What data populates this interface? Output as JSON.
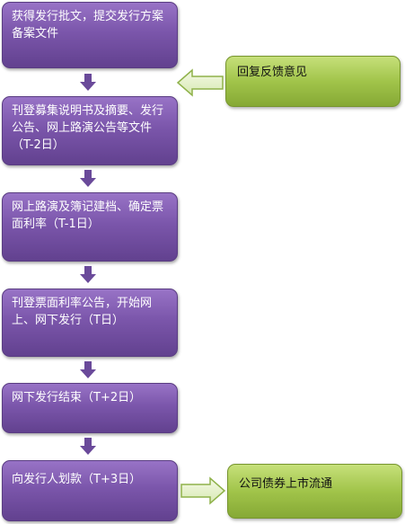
{
  "steps": [
    {
      "text": "获得发行批文，提交发行方案备案文件"
    },
    {
      "text": "刊登募集说明书及摘要、发行公告、网上路演公告等文件（T-2日）"
    },
    {
      "text": "网上路演及簿记建档、确定票面利率（T-1日）"
    },
    {
      "text": "刊登票面利率公告，开始网上、网下发行（T日）"
    },
    {
      "text": "网下发行结束（T+2日）"
    },
    {
      "text": "向发行人划款（T+3日）"
    }
  ],
  "side_boxes": {
    "feedback": "回复反馈意见",
    "listing": "公司债券上市流通"
  },
  "colors": {
    "step_fill": "#7b56ab",
    "side_fill": "#a1c44a",
    "arrow_purple": "#6a4a9a",
    "arrow_outline_green": "#8fb24a"
  }
}
